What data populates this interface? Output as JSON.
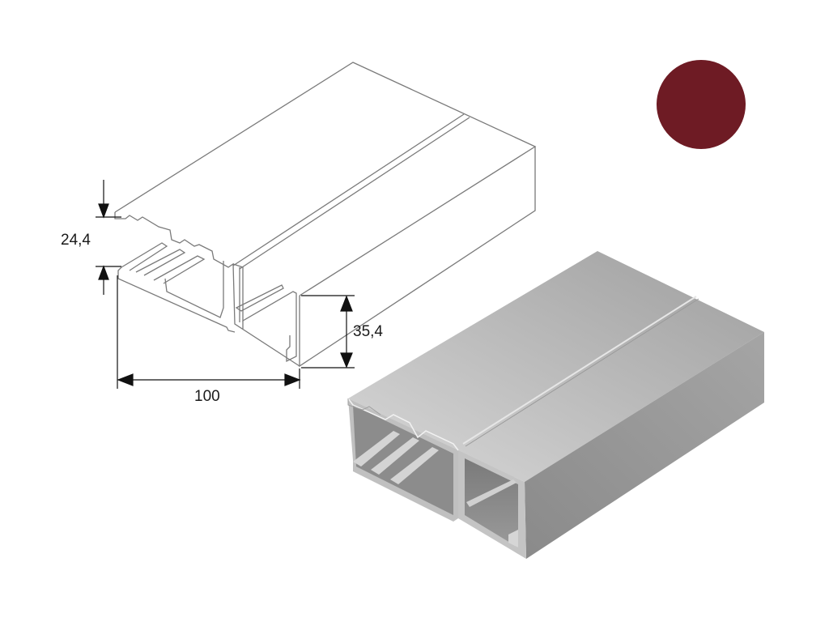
{
  "dimensions": {
    "left_height": "24,4",
    "right_height": "35,4",
    "width": "100"
  },
  "colors": {
    "color_swatch": "#6e1b24",
    "line_drawing": "#7a7a7a",
    "dimension_lines": "#111111"
  },
  "swatch": {
    "shape": "circle"
  }
}
